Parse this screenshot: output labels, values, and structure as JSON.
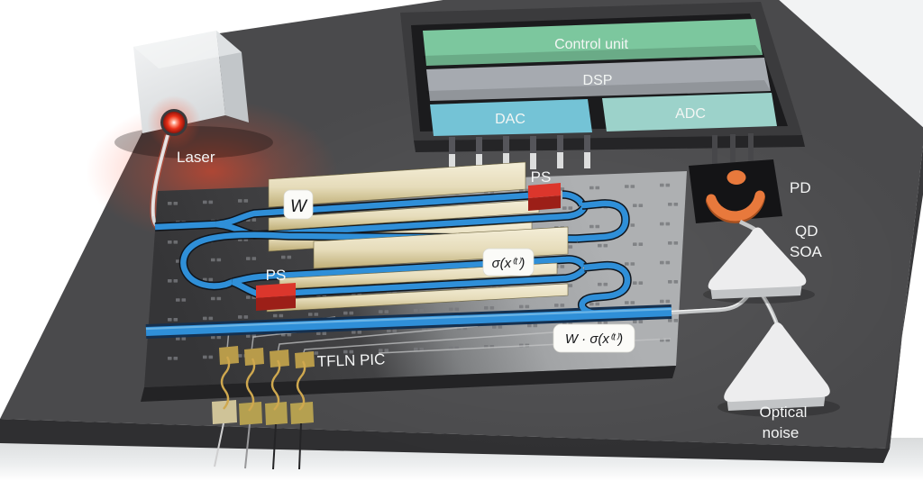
{
  "labels": {
    "laser": "Laser",
    "control_unit": "Control unit",
    "dsp": "DSP",
    "dac": "DAC",
    "adc": "ADC",
    "pd": "PD",
    "qd_line1": "QD",
    "qd_line2": "SOA",
    "noise_line1": "Optical",
    "noise_line2": "noise",
    "ps_top": "PS",
    "ps_left": "PS",
    "tfln_pic": "TFLN PIC",
    "w_badge": "W",
    "sigma_badge": "σ(x⁽ᵗ⁾)",
    "w_sigma_badge": "W · σ(x⁽ᵗ⁾)"
  },
  "colors": {
    "control_unit": "#7cc79e",
    "dsp": "#a6aab0",
    "dac": "#74c3d6",
    "adc": "#9cd2ca",
    "waveguide": "#2f8fd8",
    "ps_red": "#dc362c",
    "pd_orange": "#e8793c",
    "electrode_gold": "#e6dcba",
    "laser_glow": "#ff3b1e",
    "platform": "#4a4a4c",
    "chip_light": "#a8aaac",
    "chip_dark": "#39393b"
  }
}
